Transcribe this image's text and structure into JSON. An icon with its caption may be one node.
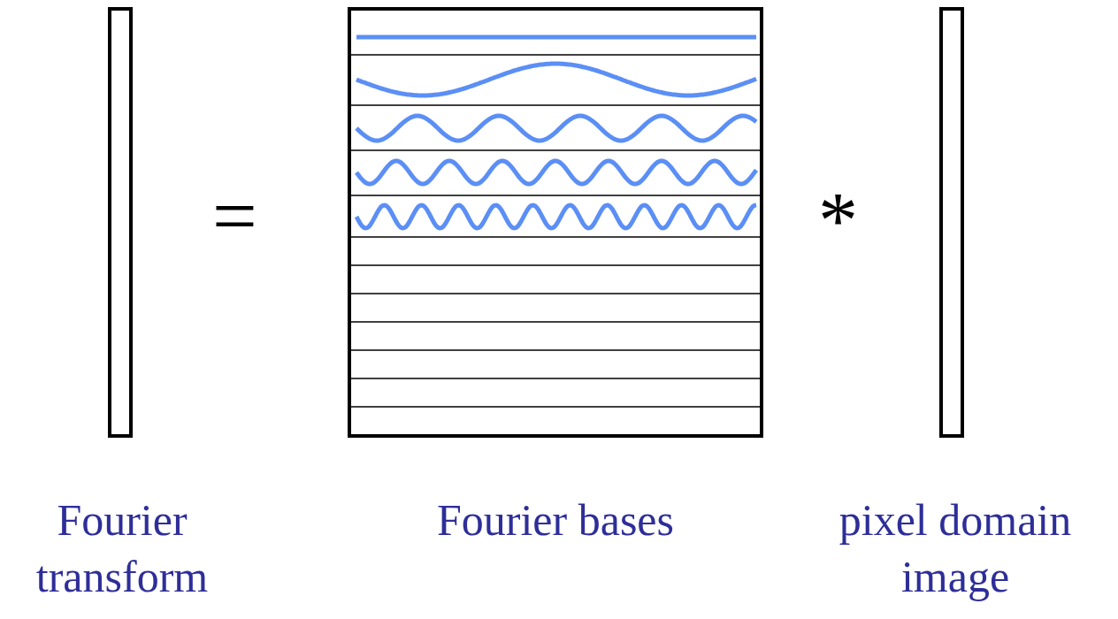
{
  "diagram": {
    "nodes": [
      {
        "text": [
          "Fourier transform"
        ]
      },
      {
        "text": [
          "Fourier bases"
        ]
      },
      {
        "text": [
          "pixel domain image"
        ]
      }
    ],
    "labels": [
      "=",
      "*"
    ]
  }
}
